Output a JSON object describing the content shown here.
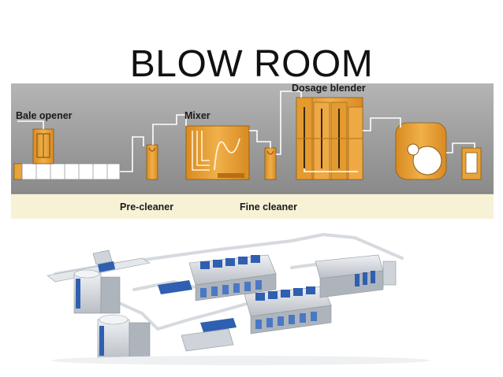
{
  "slide": {
    "title": "BLOW ROOM"
  },
  "flow_diagram": {
    "labels": {
      "bale_opener": "Bale opener",
      "mixer": "Mixer",
      "dosage_blender": "Dosage blender",
      "pre_cleaner": "Pre-cleaner",
      "fine_cleaner": "Fine cleaner"
    },
    "colors": {
      "machine": "#e8a33a",
      "machine_dark": "#b86f14",
      "background": "#9c9c9c",
      "floor": "#f7f1d6"
    }
  },
  "layout_3d": {
    "colors": {
      "machine_body": "#d9dde2",
      "machine_side": "#aeb4bb",
      "panel_blue": "#2f5fb0",
      "duct": "#e6e9ec"
    }
  }
}
